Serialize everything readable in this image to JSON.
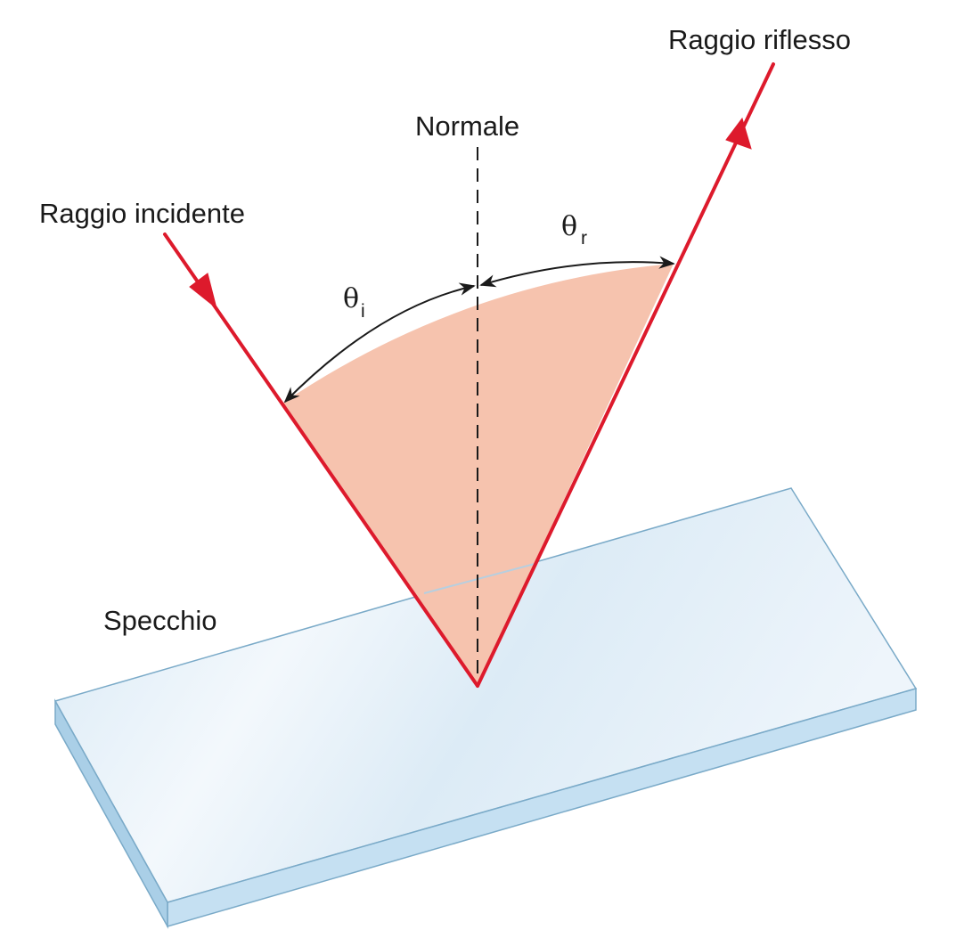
{
  "labels": {
    "incident_ray": "Raggio incidente",
    "reflected_ray": "Raggio riflesso",
    "normal": "Normale",
    "mirror": "Specchio",
    "theta": "θ",
    "incidence_subscript": "i",
    "reflection_subscript": "r"
  },
  "colors": {
    "ray": "#dd1a2c",
    "angle_fill": "#f6c3ae",
    "mirror_top": "#e4f0f9",
    "mirror_front": "#c5e0f2",
    "mirror_side": "#a9cde6",
    "mirror_edge": "#7aaac8",
    "normal_line": "#1a1a1a",
    "angle_arc": "#1a1a1a"
  },
  "icons": {
    "ray_direction": "arrowhead",
    "angle_measure": "double-headed-arrow"
  }
}
